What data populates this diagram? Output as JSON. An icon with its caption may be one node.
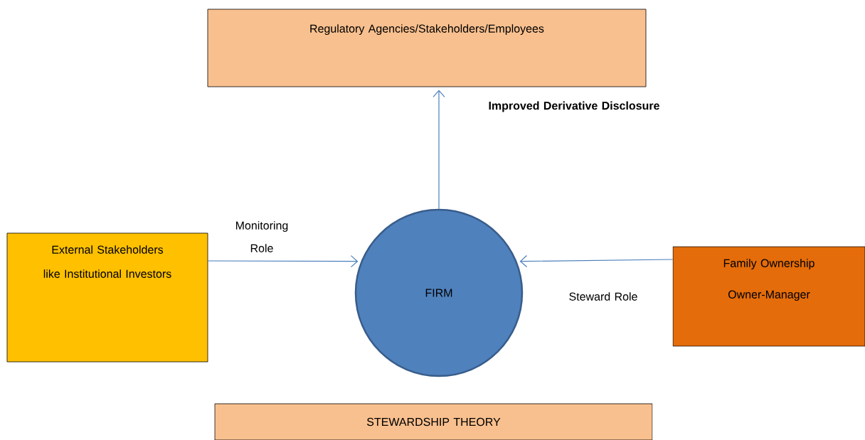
{
  "diagram": {
    "nodes": [
      {
        "text": [
          "Regulatory Agencies/Stakeholders/Employees"
        ]
      },
      {
        "text": [
          "FIRM"
        ]
      },
      {
        "text": [
          "External Stakeholders like Institutional Investors"
        ]
      },
      {
        "text": [
          "Family Ownership",
          "Owner-Manager"
        ]
      },
      {
        "text": [
          "STEWARDSHIP THEORY"
        ]
      }
    ],
    "edges": [
      {
        "from": 1,
        "to": 0,
        "arrow": "to",
        "label": "Improved Derivative Disclosure"
      },
      {
        "from": 2,
        "to": 1,
        "arrow": "to",
        "label": "Monitoring Role"
      },
      {
        "from": 3,
        "to": 1,
        "arrow": "to",
        "label": "Steward Role"
      }
    ]
  }
}
